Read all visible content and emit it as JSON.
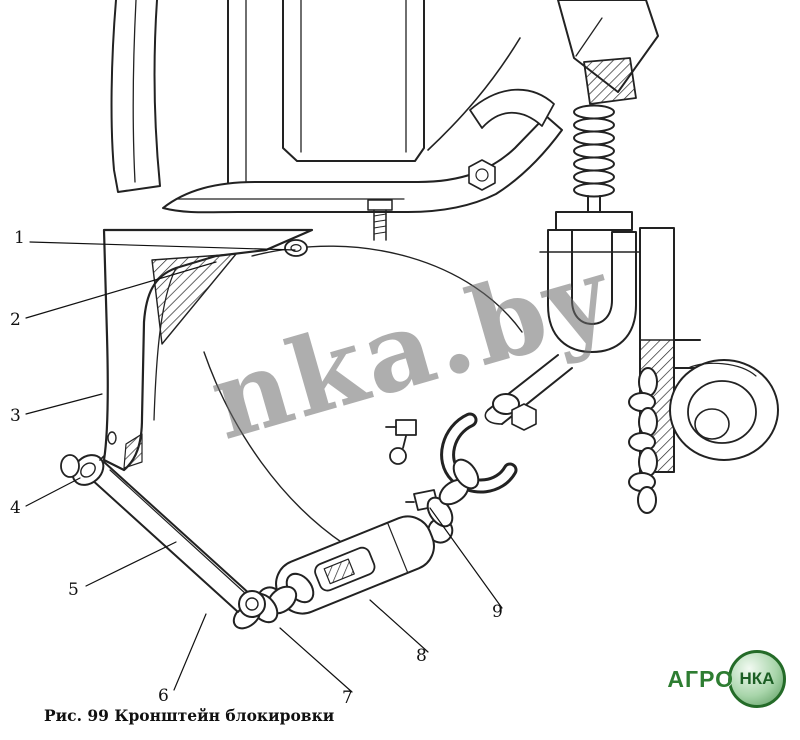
{
  "figure": {
    "caption": "Рис. 99  Кронштейн блокировки"
  },
  "watermark": {
    "text": "nka.by",
    "color": "#6c6c6c"
  },
  "logo": {
    "agro": "АГРО",
    "nka": "НКА",
    "green": "#2e7d32"
  },
  "callouts": [
    {
      "label": "1"
    },
    {
      "label": "2"
    },
    {
      "label": "3"
    },
    {
      "label": "4"
    },
    {
      "label": "5"
    },
    {
      "label": "6"
    },
    {
      "label": "7"
    },
    {
      "label": "8"
    },
    {
      "label": "9"
    }
  ]
}
